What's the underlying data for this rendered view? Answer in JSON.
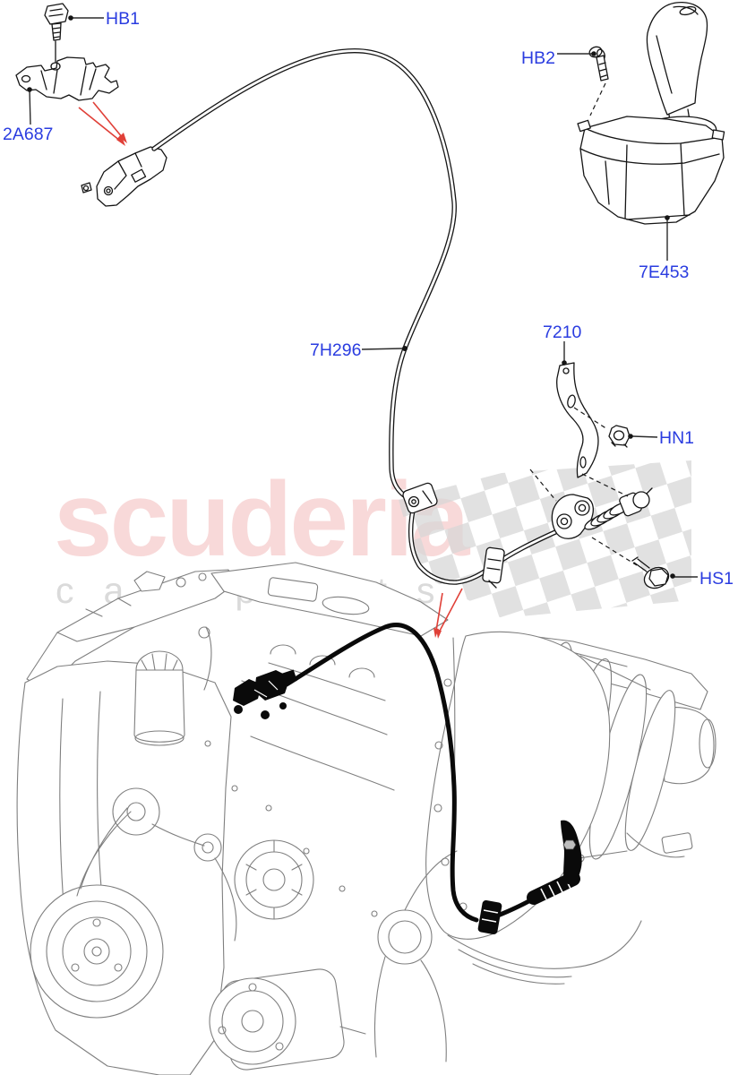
{
  "watermark": {
    "brand": "scuderia",
    "subtitle": "car parts"
  },
  "callouts": {
    "hb1": {
      "code": "HB1"
    },
    "p2a687": {
      "code": "2A687"
    },
    "hb2": {
      "code": "HB2"
    },
    "p7e453": {
      "code": "7E453"
    },
    "p7h296": {
      "code": "7H296"
    },
    "p7210": {
      "code": "7210"
    },
    "hn1": {
      "code": "HN1"
    },
    "hs1": {
      "code": "HS1"
    }
  },
  "colors": {
    "callout_label": "#2a3ce0",
    "arrow_red": "#e04038",
    "watermark_pink": "#f8d9d9",
    "watermark_gray": "#dadada",
    "engine_line_gray": "#7f7f7f",
    "part_line_black": "#151515",
    "flag_gray": "#d6d6d6"
  }
}
